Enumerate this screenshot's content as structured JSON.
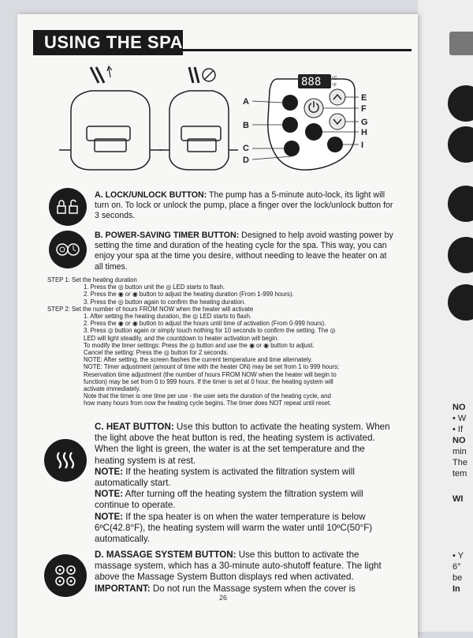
{
  "title": "USING THE SPA",
  "panel_labels": {
    "A": "A",
    "B": "B",
    "C": "C",
    "D": "D",
    "E": "E",
    "F": "F",
    "G": "G",
    "H": "H",
    "I": "I"
  },
  "display_digits": "888",
  "display_units_c": "°C",
  "display_units_f": "°F",
  "section_a": {
    "heading": "A. LOCK/UNLOCK BUTTON:",
    "text": " The pump has a 5-minute auto-lock, its light will turn on. To lock or unlock the pump, place a finger over the lock/unlock button for 3 seconds."
  },
  "section_b": {
    "heading": "B. POWER-SAVING TIMER BUTTON:",
    "text": " Designed to help avoid wasting power by setting the time and duration of the heating cycle for the spa. This way, you can enjoy your spa at the time you desire, without needing to leave the heater on at all times."
  },
  "steps": [
    {
      "cls": "ind2",
      "text": "STEP 1: Set the heating duration"
    },
    {
      "cls": "ind1",
      "text": "1. Press the ◎ button unit the ◎ LED starts to flash."
    },
    {
      "cls": "ind1",
      "text": "2. Press the ◉ or ◉ button to adjust the heating duration (From 1-999 hours)."
    },
    {
      "cls": "ind1",
      "text": "3. Press the ◎ button again to confirm the heating duration."
    },
    {
      "cls": "ind2",
      "text": "STEP 2: Set the number of hours FROM NOW when the heater will activate"
    },
    {
      "cls": "ind1",
      "text": "1. After setting the heating duration, the ◎ LED starts to flash."
    },
    {
      "cls": "ind1",
      "text": "2. Press the ◉ or ◉ button to adjust the hours until time of activation (From 0-999 hours)."
    },
    {
      "cls": "ind1",
      "text": "3. Press ◎ button again or simply touch nothing for 10 seconds to confirm the setting. The ◎"
    },
    {
      "cls": "ind1",
      "text": "LED will light steadily, and the countdown to heater activation will begin."
    },
    {
      "cls": "ind1",
      "text": "To modify the timer settings: Press the ◎ button and use the ◉ or ◉ button to adjust."
    },
    {
      "cls": "ind1",
      "text": "Cancel the setting: Press the ◎ button for 2 seconds."
    },
    {
      "cls": "ind1",
      "text": "NOTE: After setting, the screen flashes the current temperature and time alternately."
    },
    {
      "cls": "ind1",
      "text": "NOTE: Timer adjustment (amount of time with the heater ON) may be set from 1 to 999 hours;"
    },
    {
      "cls": "ind1",
      "text": "Reservation time adjustment (the number of hours FROM NOW when the heater will begin to"
    },
    {
      "cls": "ind1",
      "text": "function) may be set from 0 to 999 hours. If the timer is set at 0 hour, the heating system will"
    },
    {
      "cls": "ind1",
      "text": "activate immediately."
    },
    {
      "cls": "ind1",
      "text": "Note that the timer is one time per use - the user sets the duration of the heating cycle, and"
    },
    {
      "cls": "ind1",
      "text": "how many hours from now the heating cycle begins. The timer does NOT repeat until reset."
    }
  ],
  "section_c": {
    "heading": "C. HEAT BUTTON:",
    "text": " Use this button to activate the heating system. When the light above the heat button is red, the heating system is activated. When the light is green, the water is at the set temperature and the heating system is at rest.",
    "note1_label": "NOTE:",
    "note1_text": " If the heating system is activated the filtration system will automatically start.",
    "note2_label": "NOTE:",
    "note2_text": " After turning off the heating system the filtration system will continue to operate.",
    "note3_label": "NOTE:",
    "note3_text": " If the spa heater is on when the water temperature is below 6ºC(42.8°F), the heating system will warm the water until 10ºC(50°F) automatically."
  },
  "section_d": {
    "heading": "D. MASSAGE SYSTEM BUTTON:",
    "text": " Use this button to activate the massage system, which has a 30-minute auto-shutoff feature. The light above the Massage System Button displays red when activated.",
    "important_label": "IMPORTANT:",
    "important_text": " Do not run the Massage system when the cover is"
  },
  "page_number": "26",
  "next_page_fragments": [
    "NO",
    "• W",
    "• If",
    "NO",
    "min",
    "The",
    "tem",
    "WI",
    "• Y",
    "6°",
    "be",
    "In"
  ]
}
